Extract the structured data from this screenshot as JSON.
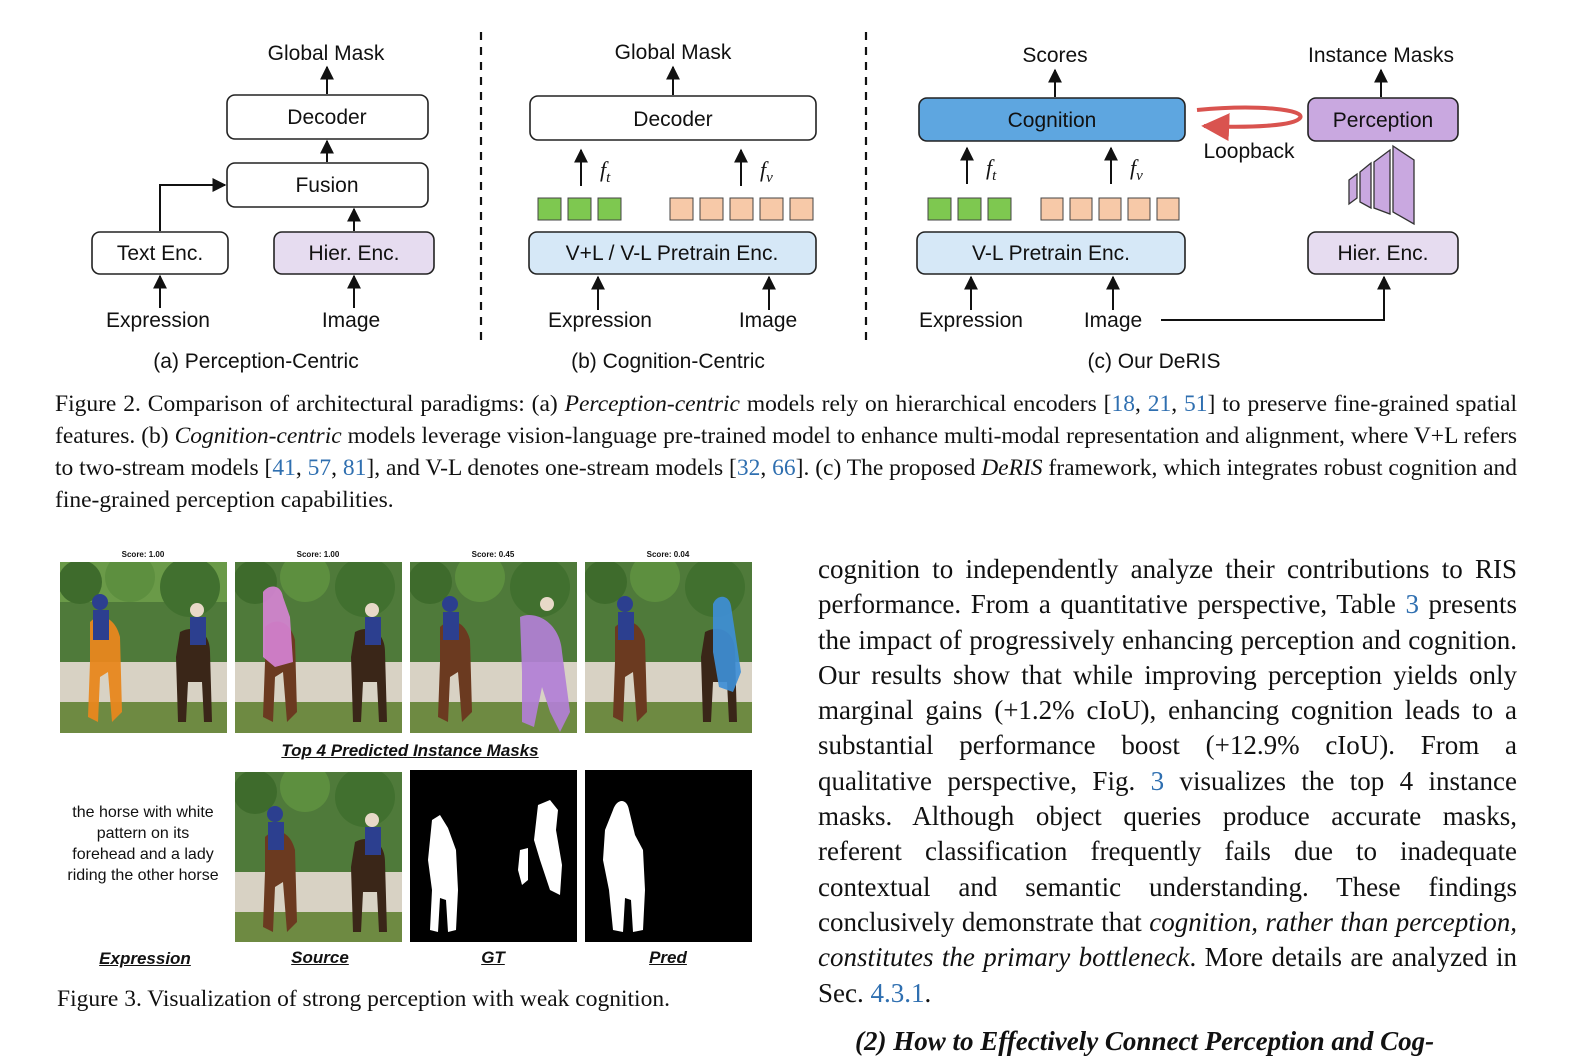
{
  "figure2": {
    "panel_a": {
      "global_mask": "Global Mask",
      "decoder": "Decoder",
      "fusion": "Fusion",
      "text_enc": "Text Enc.",
      "hier_enc": "Hier. Enc.",
      "expression": "Expression",
      "image": "Image",
      "caption": "(a) Perception-Centric"
    },
    "panel_b": {
      "global_mask": "Global Mask",
      "decoder": "Decoder",
      "ft": "f",
      "ft_sub": "t",
      "fv": "f",
      "fv_sub": "v",
      "encoder": "V+L / V-L Pretrain Enc.",
      "expression": "Expression",
      "image": "Image",
      "caption": "(b) Cognition-Centric"
    },
    "panel_c": {
      "scores": "Scores",
      "instance_masks": "Instance Masks",
      "cognition": "Cognition",
      "perception": "Perception",
      "loopback": "Loopback",
      "ft": "f",
      "ft_sub": "t",
      "fv": "f",
      "fv_sub": "v",
      "encoder": "V-L Pretrain Enc.",
      "hier_enc": "Hier. Enc.",
      "expression": "Expression",
      "image": "Image",
      "caption": "(c) Our DeRIS"
    },
    "colors": {
      "text_token": "#7ec850",
      "image_token": "#f7c9a8",
      "cognition": "#5ea6e0",
      "perception": "#c9a8e0",
      "hier_enc": "#e6dcf0",
      "pretrain_enc": "#d6e8f7",
      "loopback": "#d9534f"
    },
    "caption": {
      "p1": "Figure 2. Comparison of architectural paradigms: (a) ",
      "p1_em": "Perception-centric",
      "p2": " models rely on hierarchical encoders [",
      "c18": "18",
      "c21": "21",
      "c51": "51",
      "p3": "] to preserve fine-grained spatial features. (b) ",
      "p3_em": "Cognition-centric",
      "p4": " models leverage vision-language pre-trained model to enhance multi-modal representation and alignment, where V+L refers to two-stream models [",
      "c41": "41",
      "c57": "57",
      "c81": "81",
      "p5": "], and V-L denotes one-stream models [",
      "c32": "32",
      "c66": "66",
      "p6": "]. (c) The proposed ",
      "p6_em": "DeRIS",
      "p7": " framework, which integrates robust cognition and fine-grained perception capabilities."
    }
  },
  "figure3": {
    "scores": [
      "Score: 1.00",
      "Score: 1.00",
      "Score: 0.45",
      "Score: 0.04"
    ],
    "top4_label": "Top 4 Predicted Instance Masks",
    "expression_text": "the horse with white pattern on its forehead and a lady riding the other horse",
    "labels": {
      "expression": "Expression",
      "source": "Source",
      "gt": "GT",
      "pred": "Pred"
    },
    "caption": "Figure 3. Visualization of strong perception with weak cognition."
  },
  "body": {
    "t1": "cognition to independently analyze their contributions to RIS performance.  From a quantitative perspective, Table ",
    "r3a": "3",
    "t2": " presents the impact of progressively enhancing perception and cognition. Our results show that while improving perception yields only marginal gains (+1.2% cIoU), enhancing cognition leads to a substantial performance boost (+12.9% cIoU). From a qualitative perspective, Fig. ",
    "r3b": "3",
    "t3": " visualizes the top 4 instance masks. Although object queries produce accurate masks, referent classification frequently fails due to inadequate contextual and semantic understanding.  These findings conclusively demonstrate that ",
    "t3_em": "cognition, rather than perception, constitutes the primary bottleneck",
    "t4": ". More details are analyzed in Sec. ",
    "r431": "4.3.1",
    "t5": ".",
    "heading": "(2) How to Effectively Connect Perception and Cog-"
  }
}
